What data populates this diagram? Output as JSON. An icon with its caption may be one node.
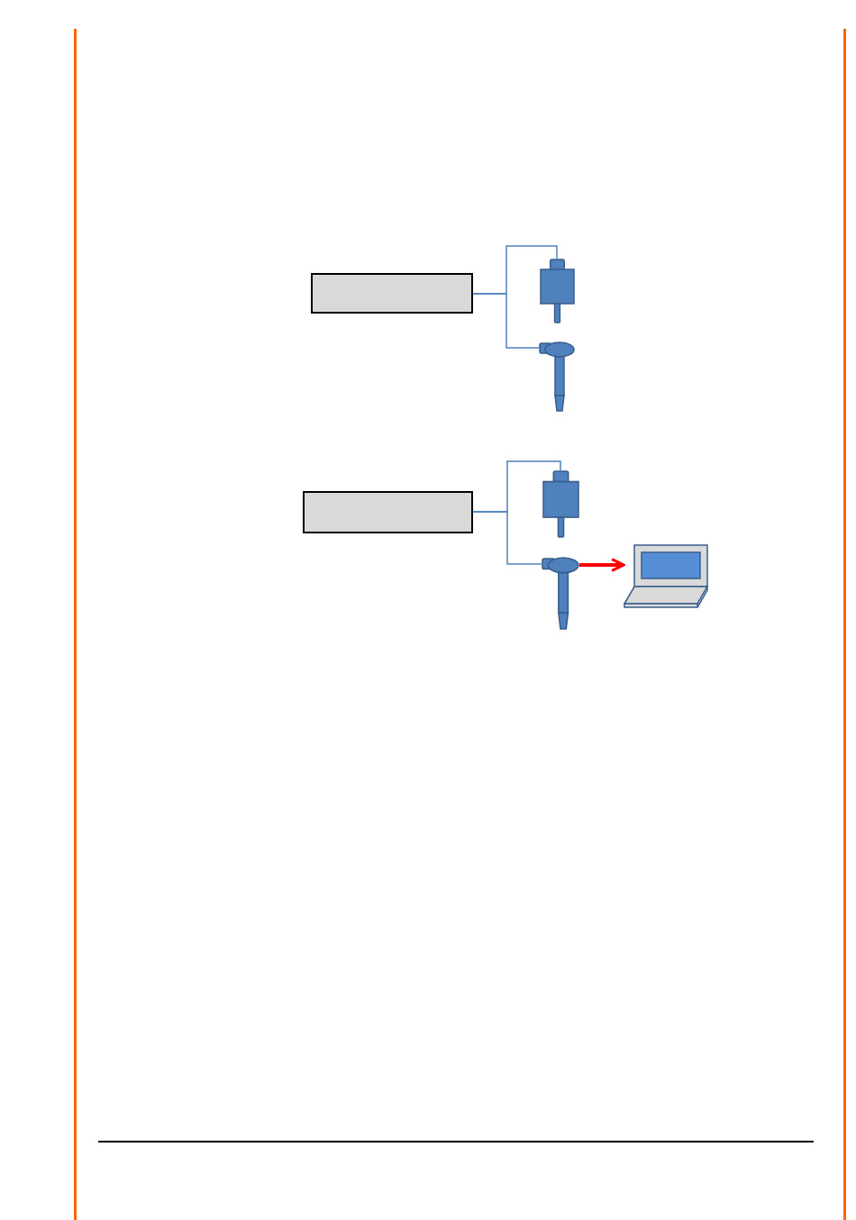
{
  "diagram": {
    "nodes": [
      {
        "text": [],
        "shape": "box"
      },
      {
        "text": [],
        "shape": "box"
      },
      {
        "text": [],
        "shape": "picture"
      },
      {
        "text": [],
        "shape": "box"
      },
      {
        "text": [],
        "shape": "box"
      },
      {
        "text": [],
        "shape": "picture"
      },
      {
        "text": [],
        "shape": "picture"
      }
    ],
    "edges": [
      {
        "from": 0,
        "to": 1,
        "arrow": "none"
      },
      {
        "from": 0,
        "to": 2,
        "arrow": "none"
      },
      {
        "from": 3,
        "to": 4,
        "arrow": "none"
      },
      {
        "from": 3,
        "to": 5,
        "arrow": "none"
      },
      {
        "from": 5,
        "to": 6,
        "arrow": "to",
        "style": "thick",
        "color": "#ff0000"
      }
    ]
  }
}
